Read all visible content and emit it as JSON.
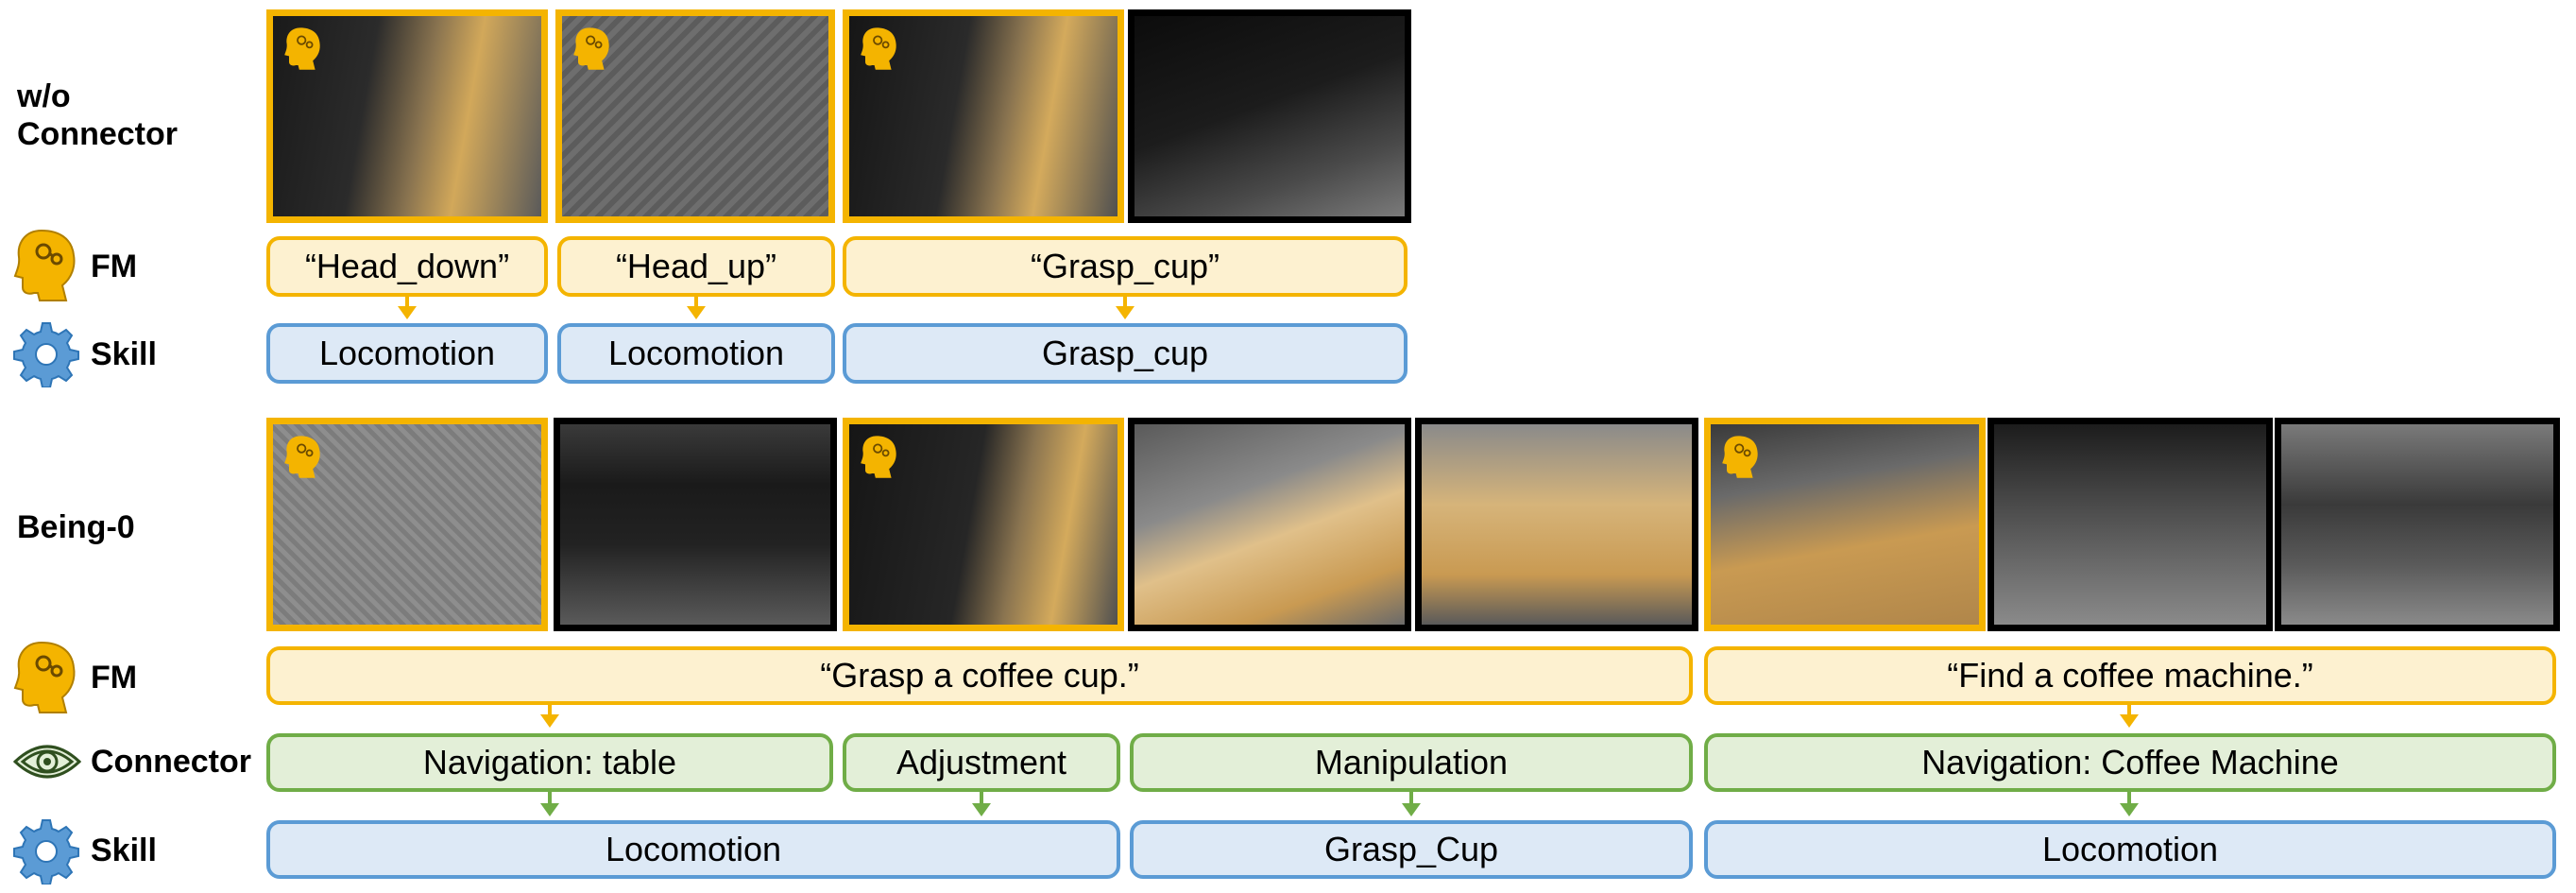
{
  "section_top": {
    "label_line1": "w/o",
    "label_line2": "Connector",
    "fm_label": "FM",
    "skill_label": "Skill",
    "fm_boxes": [
      "“Head_down”",
      "“Head_up”",
      "“Grasp_cup”"
    ],
    "skill_boxes": [
      "Locomotion",
      "Locomotion",
      "Grasp_cup"
    ]
  },
  "section_bottom": {
    "label": "Being-0",
    "fm_label": "FM",
    "connector_label": "Connector",
    "skill_label": "Skill",
    "fm_boxes": [
      "“Grasp a coffee cup.”",
      "“Find a coffee machine.”"
    ],
    "connector_boxes": [
      "Navigation: table",
      "Adjustment",
      "Manipulation",
      "Navigation: Coffee Machine"
    ],
    "skill_boxes": [
      "Locomotion",
      "Grasp_Cup",
      "Locomotion"
    ]
  },
  "colors": {
    "fm_border": "#f4b400",
    "fm_fill": "#fdf1d0",
    "skill_border": "#5b9bd5",
    "skill_fill": "#dde9f6",
    "connector_border": "#70ad47",
    "connector_fill": "#e3efd8",
    "frame_black": "#000000"
  },
  "icons": {
    "fm": "head-with-brain-icon",
    "skill": "gear-icon",
    "connector": "eye-icon"
  }
}
